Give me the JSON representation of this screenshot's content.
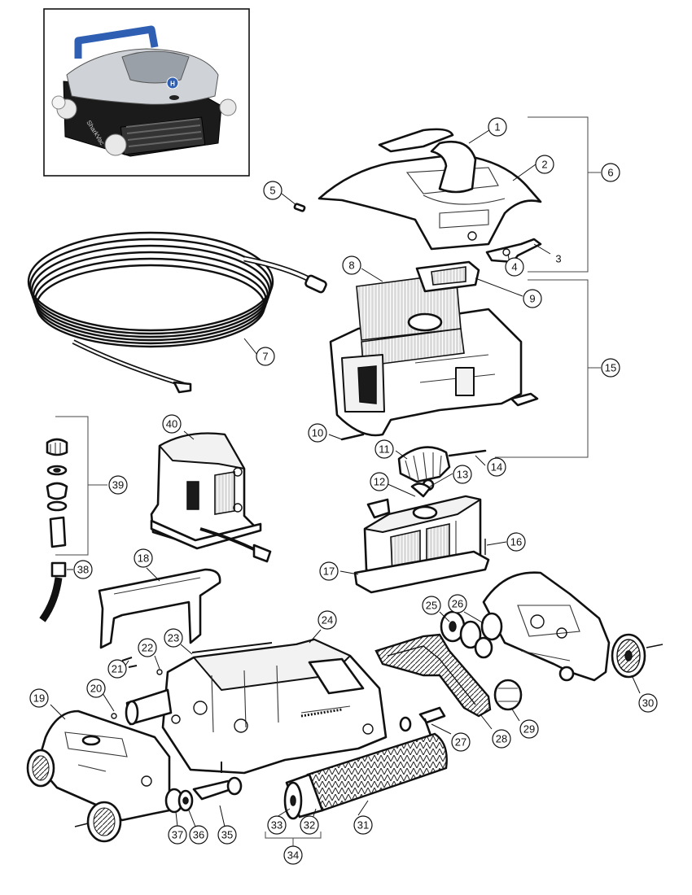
{
  "callouts": [
    {
      "id": "1",
      "label": "1"
    },
    {
      "id": "2",
      "label": "2"
    },
    {
      "id": "3",
      "label": "3"
    },
    {
      "id": "4",
      "label": "4"
    },
    {
      "id": "5",
      "label": "5"
    },
    {
      "id": "6",
      "label": "6"
    },
    {
      "id": "7",
      "label": "7"
    },
    {
      "id": "8",
      "label": "8"
    },
    {
      "id": "9",
      "label": "9"
    },
    {
      "id": "10",
      "label": "10"
    },
    {
      "id": "11",
      "label": "11"
    },
    {
      "id": "12",
      "label": "12"
    },
    {
      "id": "13",
      "label": "13"
    },
    {
      "id": "14",
      "label": "14"
    },
    {
      "id": "15",
      "label": "15"
    },
    {
      "id": "16",
      "label": "16"
    },
    {
      "id": "17",
      "label": "17"
    },
    {
      "id": "18",
      "label": "18"
    },
    {
      "id": "19",
      "label": "19"
    },
    {
      "id": "20",
      "label": "20"
    },
    {
      "id": "21",
      "label": "21"
    },
    {
      "id": "22",
      "label": "22"
    },
    {
      "id": "23",
      "label": "23"
    },
    {
      "id": "24",
      "label": "24"
    },
    {
      "id": "25",
      "label": "25"
    },
    {
      "id": "26",
      "label": "26"
    },
    {
      "id": "27",
      "label": "27"
    },
    {
      "id": "28",
      "label": "28"
    },
    {
      "id": "29",
      "label": "29"
    },
    {
      "id": "30",
      "label": "30"
    },
    {
      "id": "31",
      "label": "31"
    },
    {
      "id": "32",
      "label": "32"
    },
    {
      "id": "33",
      "label": "33"
    },
    {
      "id": "34",
      "label": "34"
    },
    {
      "id": "35",
      "label": "35"
    },
    {
      "id": "36",
      "label": "36"
    },
    {
      "id": "37",
      "label": "37"
    },
    {
      "id": "38",
      "label": "38"
    },
    {
      "id": "39",
      "label": "39"
    },
    {
      "id": "40",
      "label": "40"
    }
  ],
  "inset": {
    "brand_text": "SharkVac",
    "logo_letter": "H"
  },
  "colors": {
    "handle_blue": "#2f5fb3",
    "body_silver": "#cfd3d8",
    "chassis_black": "#1b1b1b"
  }
}
